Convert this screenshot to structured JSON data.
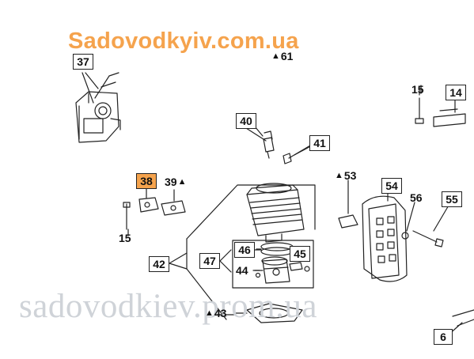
{
  "header": {
    "site_title": "Sadovodkyiv.com.ua"
  },
  "watermark": {
    "text": "sadovodkiev.prom.ua"
  },
  "callouts": {
    "p37": "37",
    "p61": "61",
    "p15a": "15",
    "p14": "14",
    "p40": "40",
    "p41": "41",
    "p38": "38",
    "p39": "39",
    "p53": "53",
    "p54": "54",
    "p56": "56",
    "p55": "55",
    "p15b": "15",
    "p42": "42",
    "p46": "46",
    "p47": "47",
    "p45": "45",
    "p44": "44",
    "p43": "43",
    "p6": "6"
  },
  "symbols": {
    "triangle": "▲"
  },
  "colors": {
    "highlight": "#f5a34d",
    "line": "#222222",
    "watermark": "#cfd3d8"
  }
}
